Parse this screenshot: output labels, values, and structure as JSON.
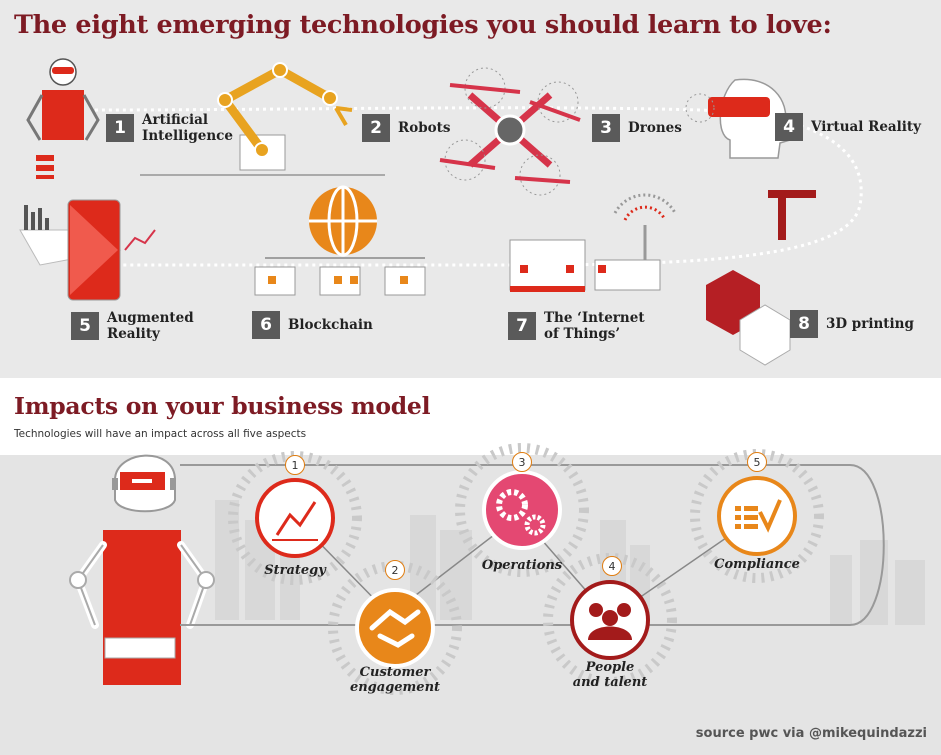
{
  "title": "The eight emerging technologies you should learn to love:",
  "technologies": [
    {
      "num": "1",
      "label": "Artificial\nIntelligence",
      "icon": "robot-icon"
    },
    {
      "num": "2",
      "label": "Robots",
      "icon": "robot-arm-icon"
    },
    {
      "num": "3",
      "label": "Drones",
      "icon": "drone-icon"
    },
    {
      "num": "4",
      "label": "Virtual Reality",
      "icon": "vr-headset-icon"
    },
    {
      "num": "5",
      "label": "Augmented\nReality",
      "icon": "phone-ar-icon"
    },
    {
      "num": "6",
      "label": "Blockchain",
      "icon": "blockchain-icon"
    },
    {
      "num": "7",
      "label": "The ‘Internet\nof Things’",
      "icon": "iot-router-icon"
    },
    {
      "num": "8",
      "label": "3D printing",
      "icon": "3d-printer-icon"
    }
  ],
  "impacts": {
    "title": "Impacts on your business model",
    "subtitle": "Technologies will have an impact across all five aspects",
    "aspects": [
      {
        "num": "1",
        "label": "Strategy",
        "icon": "strategy-chart-icon"
      },
      {
        "num": "2",
        "label": "Customer\nengagement",
        "icon": "handshake-icon"
      },
      {
        "num": "3",
        "label": "Operations",
        "icon": "gears-icon"
      },
      {
        "num": "4",
        "label": "People\nand talent",
        "icon": "people-icon"
      },
      {
        "num": "5",
        "label": "Compliance",
        "icon": "checklist-icon"
      }
    ]
  },
  "source": "source pwc via @mikequindazzi",
  "colors": {
    "accent_red": "#dd2a1b",
    "dark_red": "#7d1b24",
    "orange": "#e07d10",
    "pink_red": "#d6344a",
    "gray": "#5a5a5a"
  }
}
